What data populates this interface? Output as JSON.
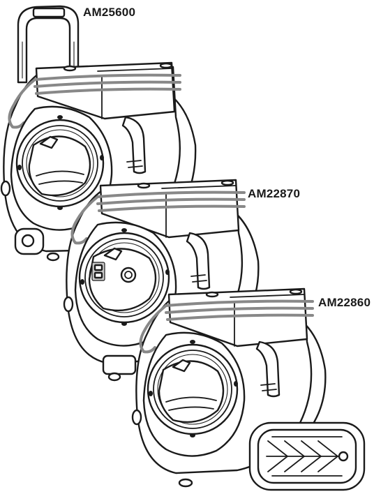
{
  "labels": {
    "top": "AM25600",
    "middle": "AM22870",
    "bottom": "AM22860"
  },
  "colors": {
    "outline": "#1a1a1a",
    "cord": "#888888",
    "background": "#ffffff"
  }
}
